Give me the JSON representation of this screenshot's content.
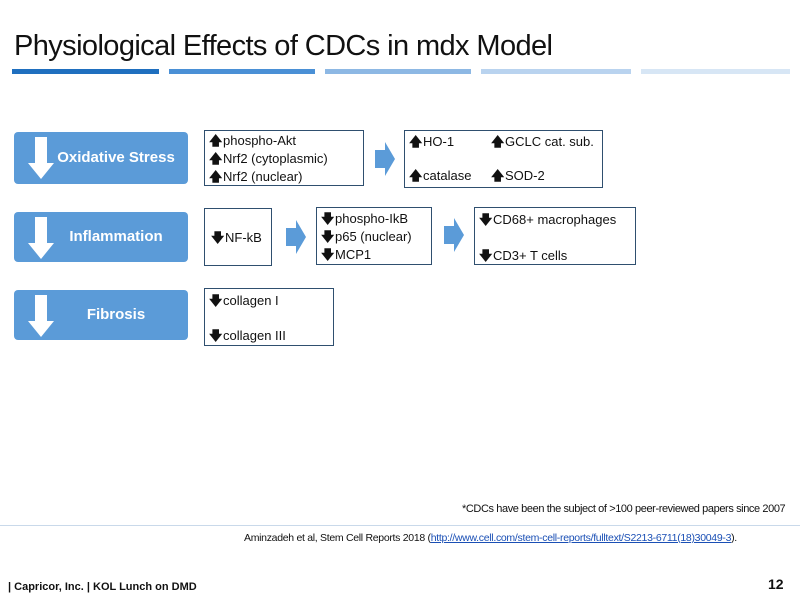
{
  "title": "Physiological Effects of CDCs in mdx Model",
  "categories": {
    "oxidative": "Oxidative Stress",
    "inflammation": "Inflammation",
    "fibrosis": "Fibrosis"
  },
  "arrows": {
    "up": "🡅",
    "down": "🡇"
  },
  "boxes": {
    "ox1": [
      "phospho-Akt",
      "Nrf2 (cytoplasmic)",
      "Nrf2 (nuclear)"
    ],
    "ox2": [
      "HO-1",
      "GCLC cat. sub.",
      "catalase",
      "SOD-2"
    ],
    "inf1": [
      "NF-kB"
    ],
    "inf2": [
      "phospho-IkB",
      "p65 (nuclear)",
      "MCP1"
    ],
    "inf3": [
      "CD68+ macrophages",
      "CD3+ T cells"
    ],
    "fib1": [
      "collagen I",
      "collagen III"
    ]
  },
  "note": "*CDCs have been the subject of >100 peer-reviewed papers since 2007",
  "citation": {
    "prefix": "Aminzadeh et al, Stem Cell Reports 2018 (",
    "link": "http://www.cell.com/stem-cell-reports/fulltext/S2213-6711(18)30049-3",
    "suffix": ")."
  },
  "footer": "| Capricor, Inc. | KOL Lunch on DMD",
  "page_number": "12",
  "colors": {
    "accent": "#5b9bd8",
    "title_bar": "#1f6fbf"
  }
}
